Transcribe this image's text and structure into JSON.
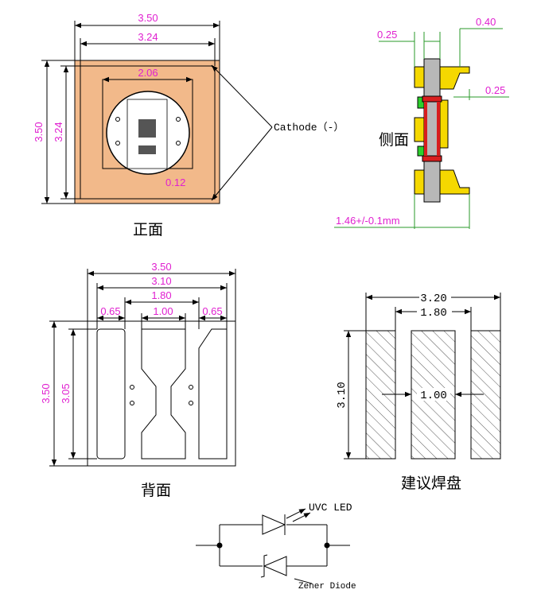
{
  "colors": {
    "dimension_pink": "#e020d0",
    "dimension_green": "#2a9a2a",
    "package_fill": "#f2b98a",
    "hatch": "#555555",
    "pad_yellow": "#f5d800",
    "pad_red": "#d81e1e",
    "pad_green": "#2ccf2c",
    "body_gray": "#b8b8b8"
  },
  "front": {
    "caption": "正面",
    "width_outer": "3.50",
    "width_inner": "3.24",
    "lens": "2.06",
    "height_outer": "3.50",
    "height_inner": "3.24",
    "gap": "0.12",
    "cathode_label": "Cathode（-）"
  },
  "side": {
    "caption": "侧面",
    "dim_left": "0.25",
    "dim_top_right": "0.40",
    "dim_right": "0.25",
    "thickness": "1.46+/-0.1mm"
  },
  "back": {
    "caption": "背面",
    "width_outer": "3.50",
    "width_mid": "3.10",
    "width_center": "1.80",
    "pad_center": "1.00",
    "pad_left": "0.65",
    "pad_right": "0.65",
    "height_outer": "3.50",
    "height_inner": "3.05"
  },
  "solder": {
    "caption": "建议焊盘",
    "width_outer": "3.20",
    "width_mid": "1.80",
    "gap": "1.00",
    "height": "3.10"
  },
  "circuit": {
    "led_label": "UVC LED",
    "zener_label": "Zener Diode"
  }
}
